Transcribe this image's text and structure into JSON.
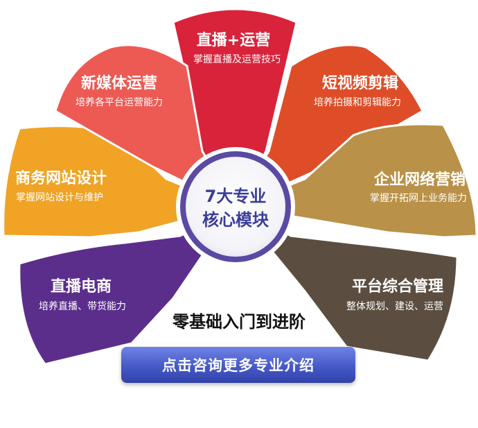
{
  "center": {
    "line1": "7大专业",
    "line2": "核心模块"
  },
  "modules": [
    {
      "title": "直播+运营",
      "subtitle": "掌握直播及运营技巧",
      "color": "#d9233b"
    },
    {
      "title": "短视频剪辑",
      "subtitle": "培养拍摄和剪辑能力",
      "color": "#de4d27"
    },
    {
      "title": "企业网络营销",
      "subtitle": "掌握开拓网上业务能力",
      "color": "#b99148"
    },
    {
      "title": "平台综合管理",
      "subtitle": "整体规划、建设、运营",
      "color": "#5b4e40"
    },
    {
      "title": "直播电商",
      "subtitle": "培养直播、带货能力",
      "color": "#5b2e8c"
    },
    {
      "title": "商务网站设计",
      "subtitle": "掌握网站设计与维护",
      "color": "#f0a324"
    },
    {
      "title": "新媒体运营",
      "subtitle": "培养各平台运营能力",
      "color": "#ed5a54"
    }
  ],
  "tagline": "零基础入门到进阶",
  "cta": {
    "label": "点击咨询更多专业介绍"
  },
  "colors": {
    "center_ring": "#5a4aa3",
    "center_text": "#3a3d9a",
    "button_top": "#6f83e6",
    "button_bottom": "#3142a8"
  }
}
